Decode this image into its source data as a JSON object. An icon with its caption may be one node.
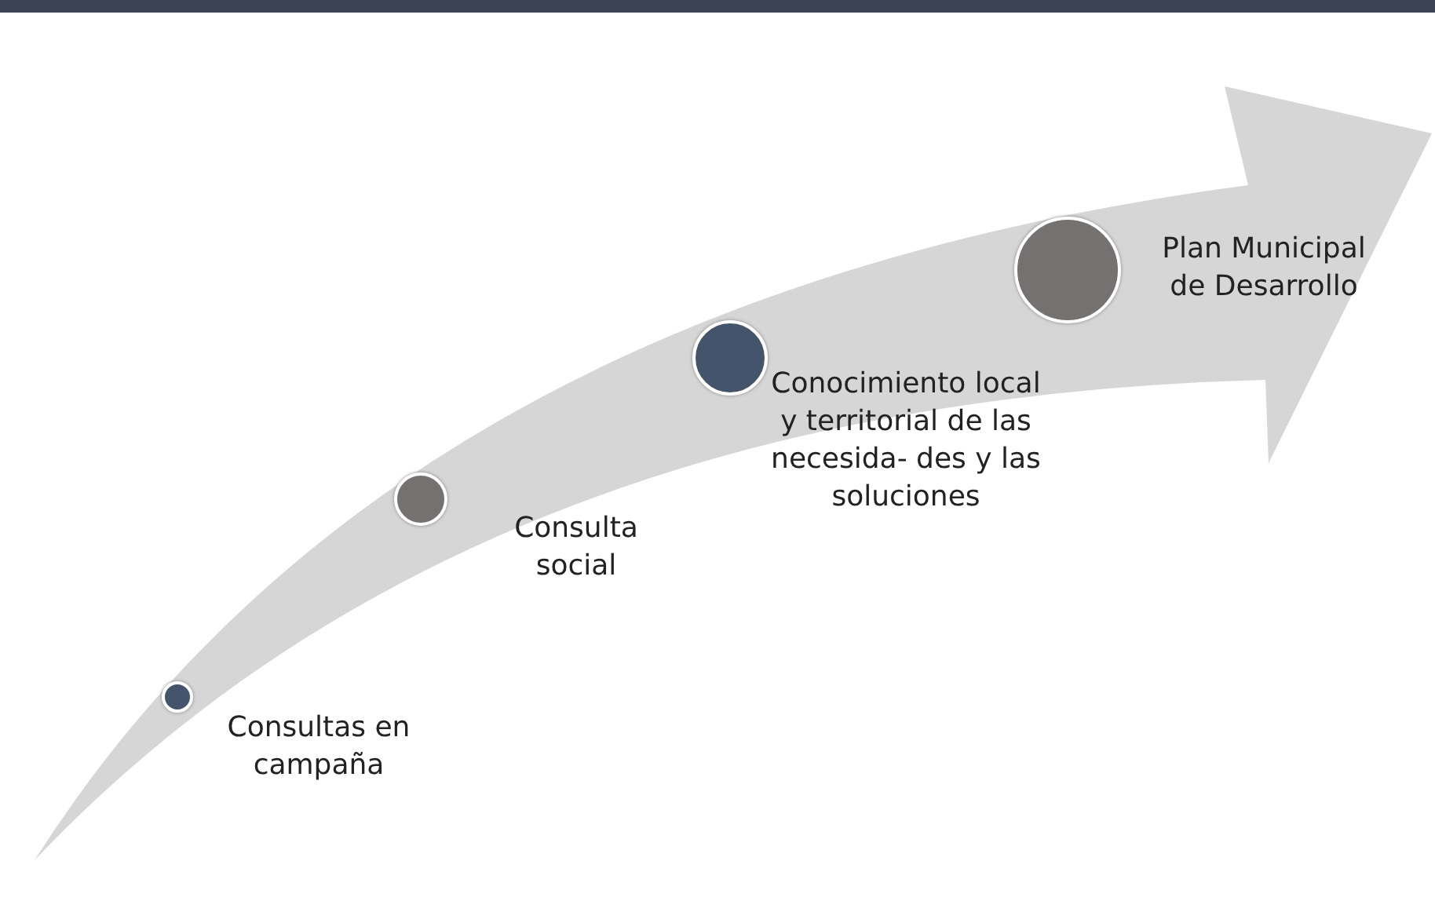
{
  "diagram": {
    "nodes": [
      {
        "text": [],
        "shape": "circle",
        "beside": [
          "Consultas en campaña"
        ]
      },
      {
        "text": [],
        "shape": "circle",
        "beside": [
          "Consulta social"
        ]
      },
      {
        "text": [],
        "shape": "circle",
        "beside": [
          "Conocimiento local y territorial de las necesida- des y las soluciones"
        ]
      },
      {
        "text": [],
        "shape": "circle",
        "beside": [
          "Plan Municipal de Desarrollo"
        ]
      }
    ],
    "edges": []
  }
}
